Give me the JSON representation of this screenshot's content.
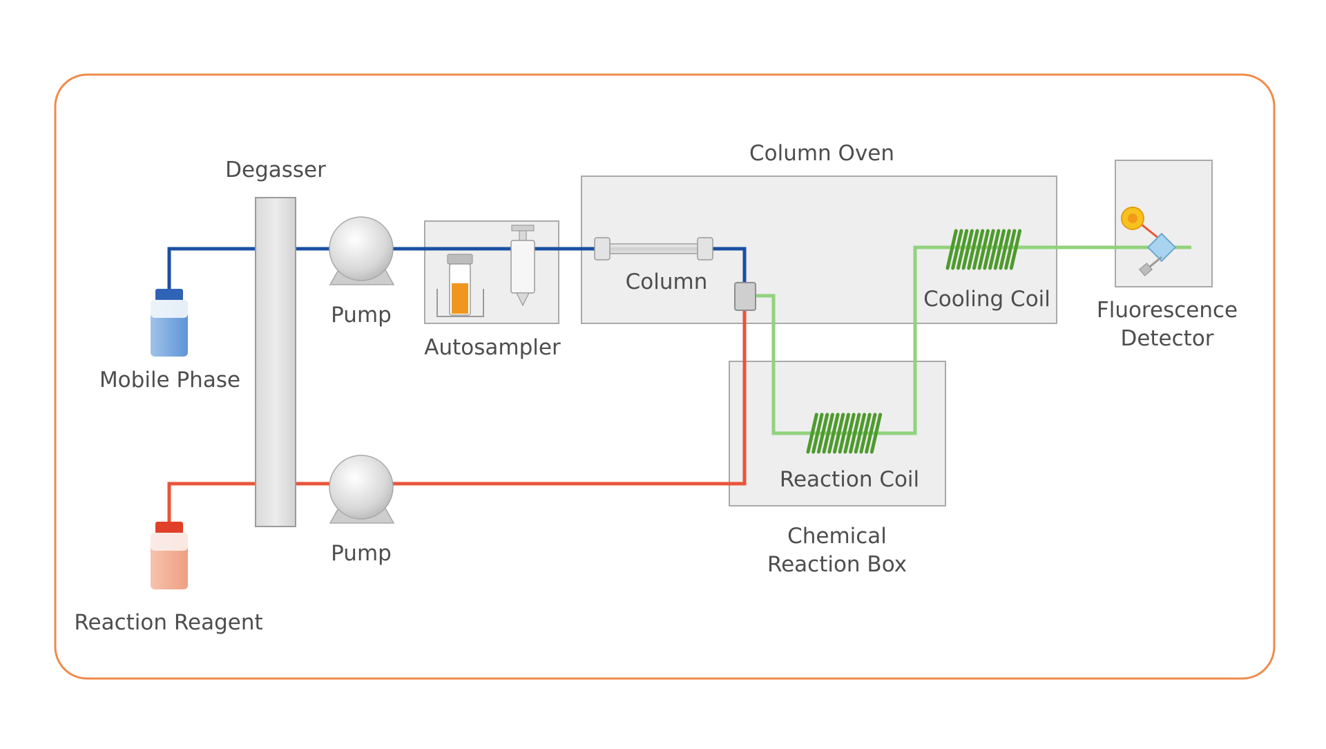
{
  "labels": {
    "degasser": "Degasser",
    "column_oven": "Column Oven",
    "column": "Column",
    "cooling_coil": "Cooling Coil",
    "fluorescence_detector_line1": "Fluorescence",
    "fluorescence_detector_line2": "Detector",
    "mobile_phase": "Mobile Phase",
    "pump_top": "Pump",
    "pump_bottom": "Pump",
    "autosampler": "Autosampler",
    "reaction_coil": "Reaction Coil",
    "chemical_reaction_box_line1": "Chemical",
    "chemical_reaction_box_line2": "Reaction Box",
    "reaction_reagent": "Reaction Reagent"
  },
  "colors": {
    "frame": "#f08a4b",
    "mobile_phase_line": "#1a4fa3",
    "reagent_line": "#e8553a",
    "green_line": "#92d27e",
    "coil": "#4e9a2e",
    "box_fill": "#eeeeee",
    "box_stroke": "#a9a9a9",
    "label_text": "#4d4d4d"
  }
}
